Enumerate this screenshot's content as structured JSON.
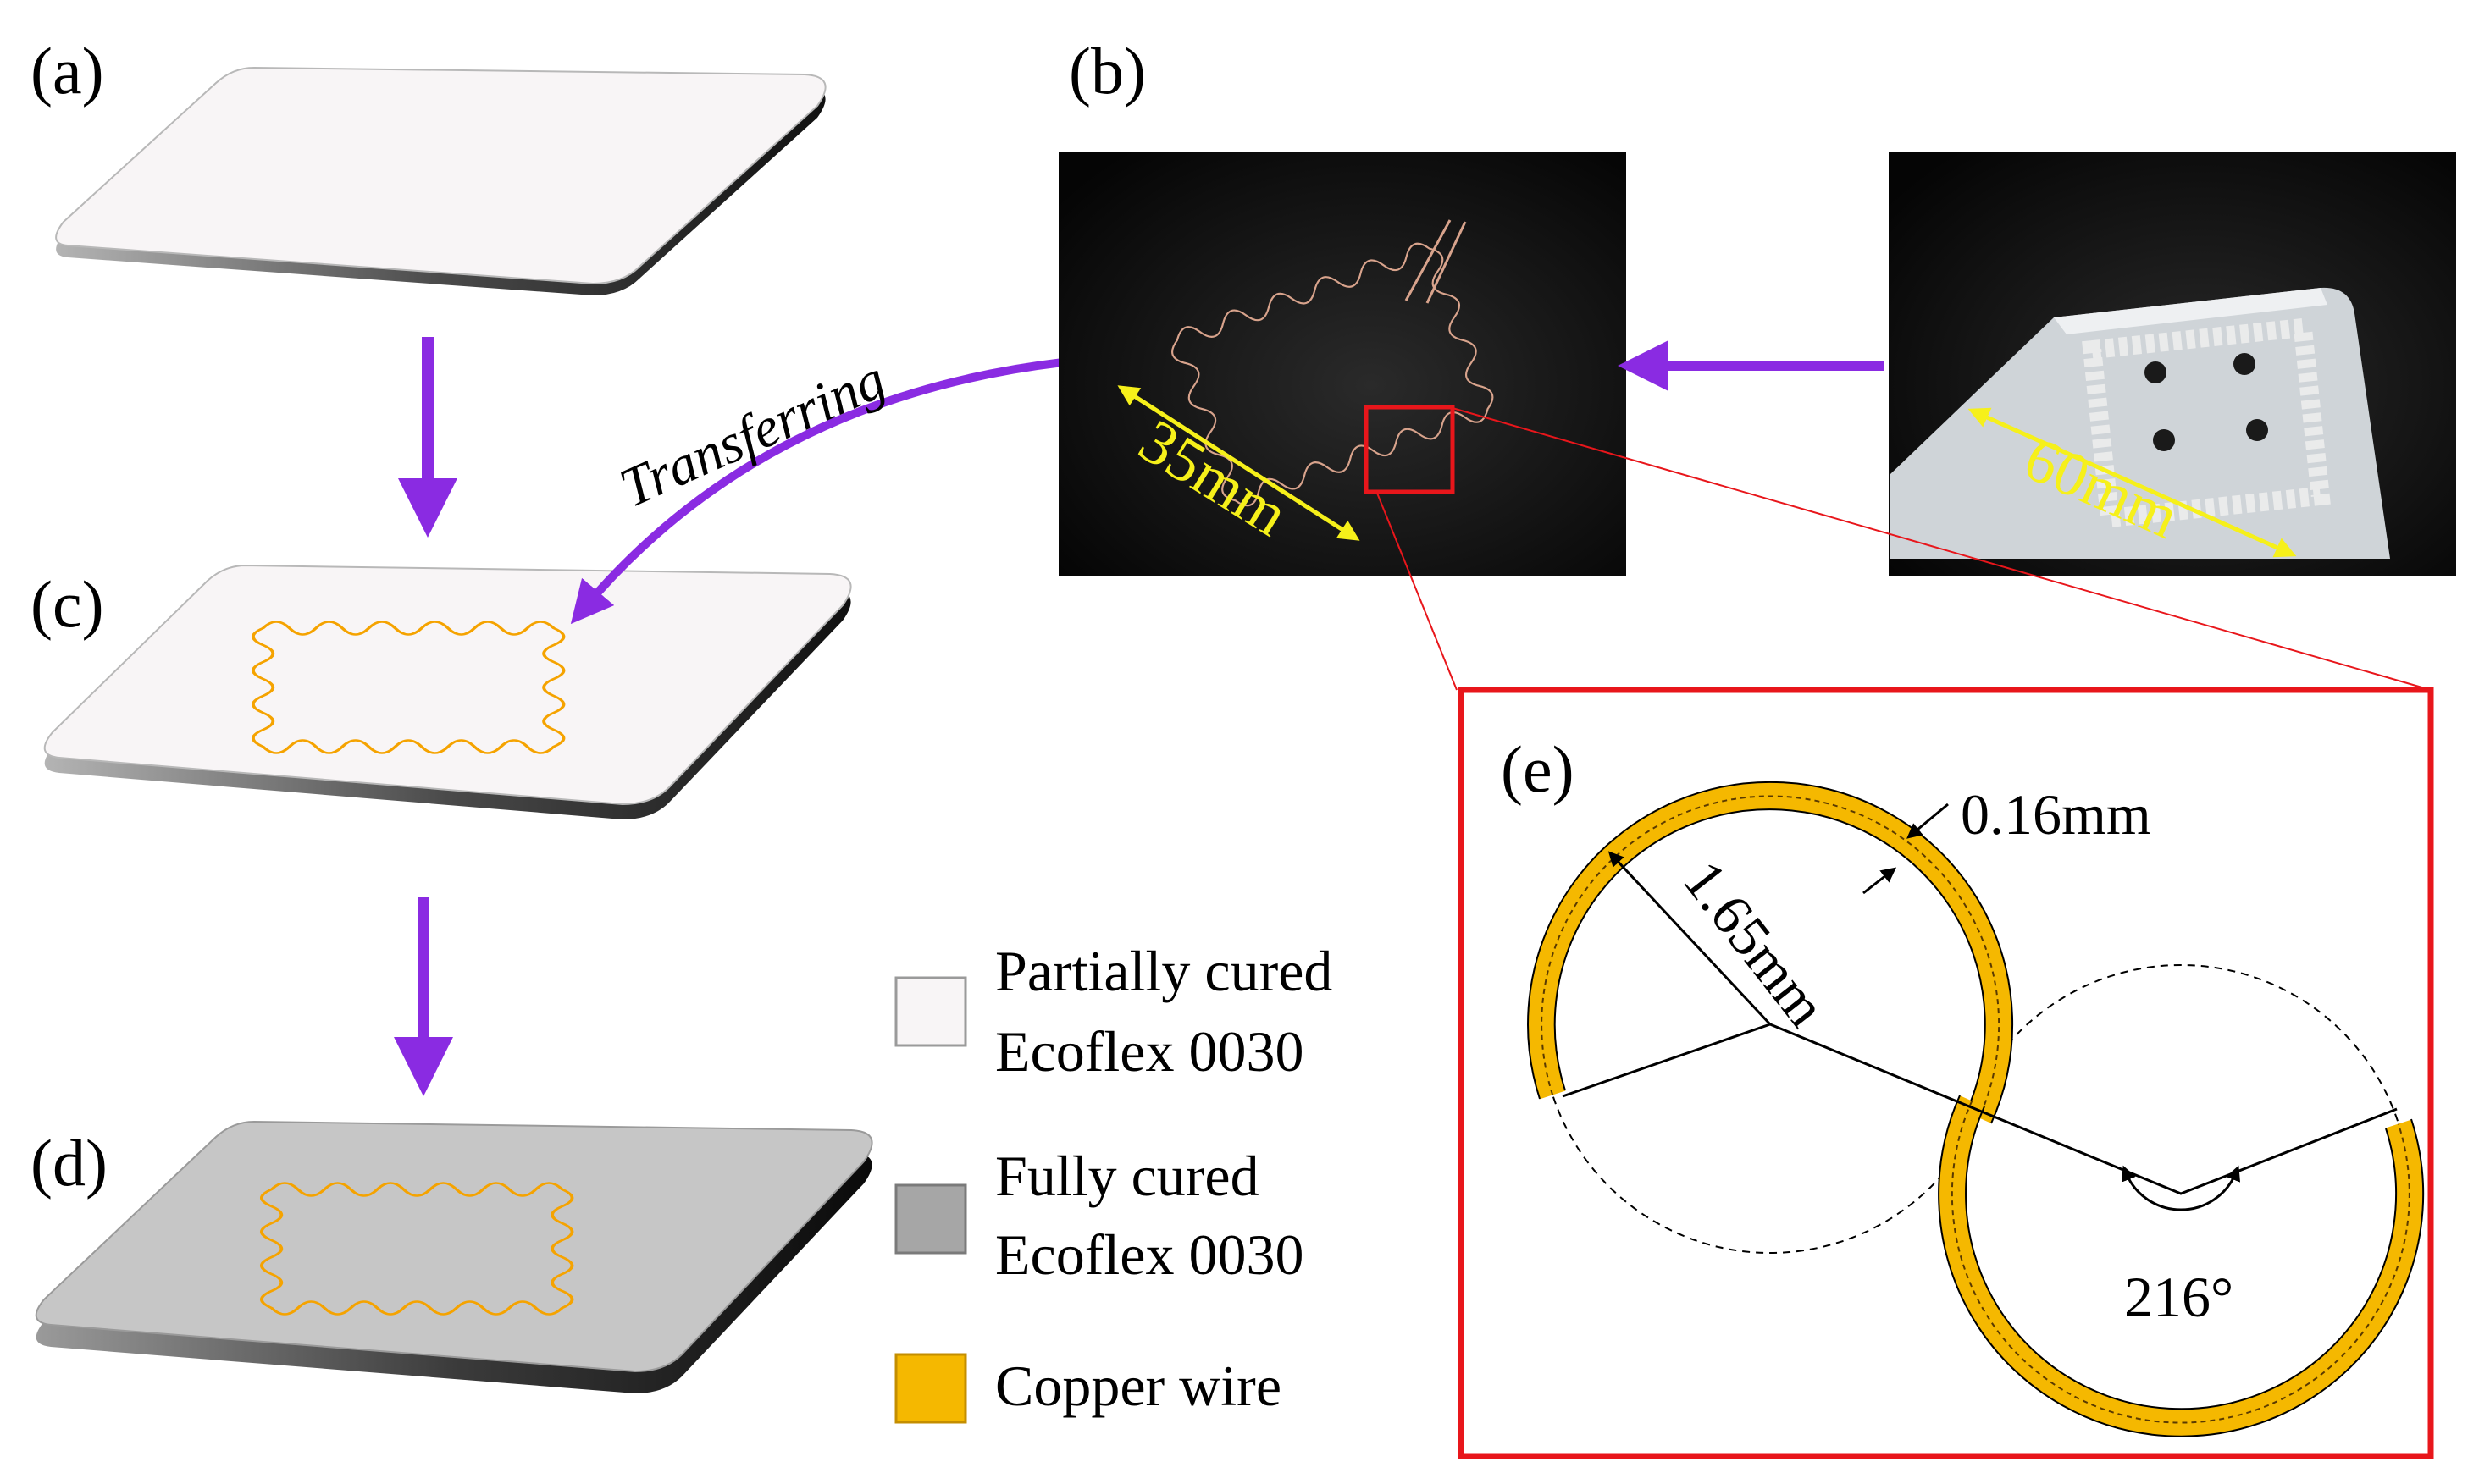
{
  "panels": {
    "a": "(a)",
    "b": "(b)",
    "c": "(c)",
    "d": "(d)",
    "e": "(e)"
  },
  "transfer_label": "Transferring",
  "photo_b": {
    "dimension": "35mm"
  },
  "photo_mold": {
    "dimension": "60mm"
  },
  "legend": [
    {
      "line1": "Partially cured",
      "line2": "Ecoflex 0030",
      "color": "#f8f5f6"
    },
    {
      "line1": "Fully cured",
      "line2": "Ecoflex 0030",
      "color": "#a6a6a6"
    },
    {
      "line1": "Copper wire",
      "line2": "",
      "color": "#f5b800"
    }
  ],
  "detail": {
    "thickness": "0.16mm",
    "radius": "1.65mm",
    "angle": "216°"
  },
  "colors": {
    "arrow": "#8a2be2",
    "highlight": "#e8161b",
    "wire": "#f5b800",
    "dimension": "#f6f01a"
  }
}
